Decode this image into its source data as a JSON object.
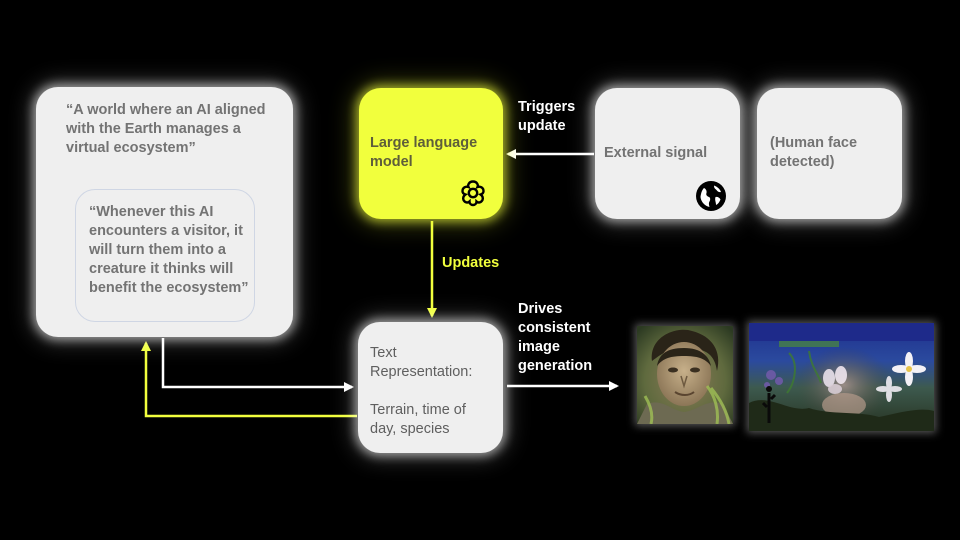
{
  "boxes": {
    "world": "“A world where an AI aligned with the Earth manages a virtual ecosystem”",
    "rule": "“Whenever this AI encounters a visitor, it will turn them into a creature it thinks will benefit the ecosystem”",
    "llm": "Large language\nmodel",
    "external": "External signal",
    "face": "(Human face\ndetected)",
    "text_rep": "Text\nRepresentation:\n\nTerrain, time of\nday, species"
  },
  "edge_labels": {
    "triggers": "Triggers\nupdate",
    "updates": "Updates",
    "drives": "Drives\nconsistent\nimage\ngeneration"
  },
  "icons": {
    "llm": "flower-gear-icon",
    "external": "globe-icon"
  },
  "colors": {
    "background": "#000000",
    "box": "#efefef",
    "llm": "#f1ff3d",
    "arrow_white": "#ffffff",
    "arrow_yellow": "#f1ff3d"
  },
  "images": [
    "face-photo",
    "projected-garden-scene"
  ]
}
